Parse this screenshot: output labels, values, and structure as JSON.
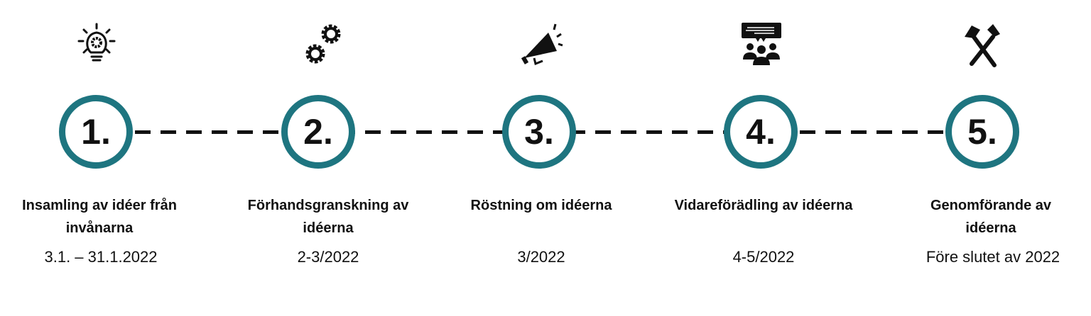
{
  "accent_color": "#1e7580",
  "steps": [
    {
      "number": "1.",
      "icon": "lightbulb-icon",
      "title": "Insamling av idéer från invånarna",
      "date": "3.1. – 31.1.2022"
    },
    {
      "number": "2.",
      "icon": "gears-icon",
      "title": "Förhandsgranskning av idéerna",
      "date": "2-3/2022"
    },
    {
      "number": "3.",
      "icon": "megaphone-icon",
      "title": "Röstning om idéerna",
      "date": "3/2022"
    },
    {
      "number": "4.",
      "icon": "group-discussion-icon",
      "title": "Vidareförädling av idéerna",
      "date": "4-5/2022"
    },
    {
      "number": "5.",
      "icon": "hammer-pick-icon",
      "title": "Genomförande av idéerna",
      "date": "Före slutet av 2022"
    }
  ]
}
